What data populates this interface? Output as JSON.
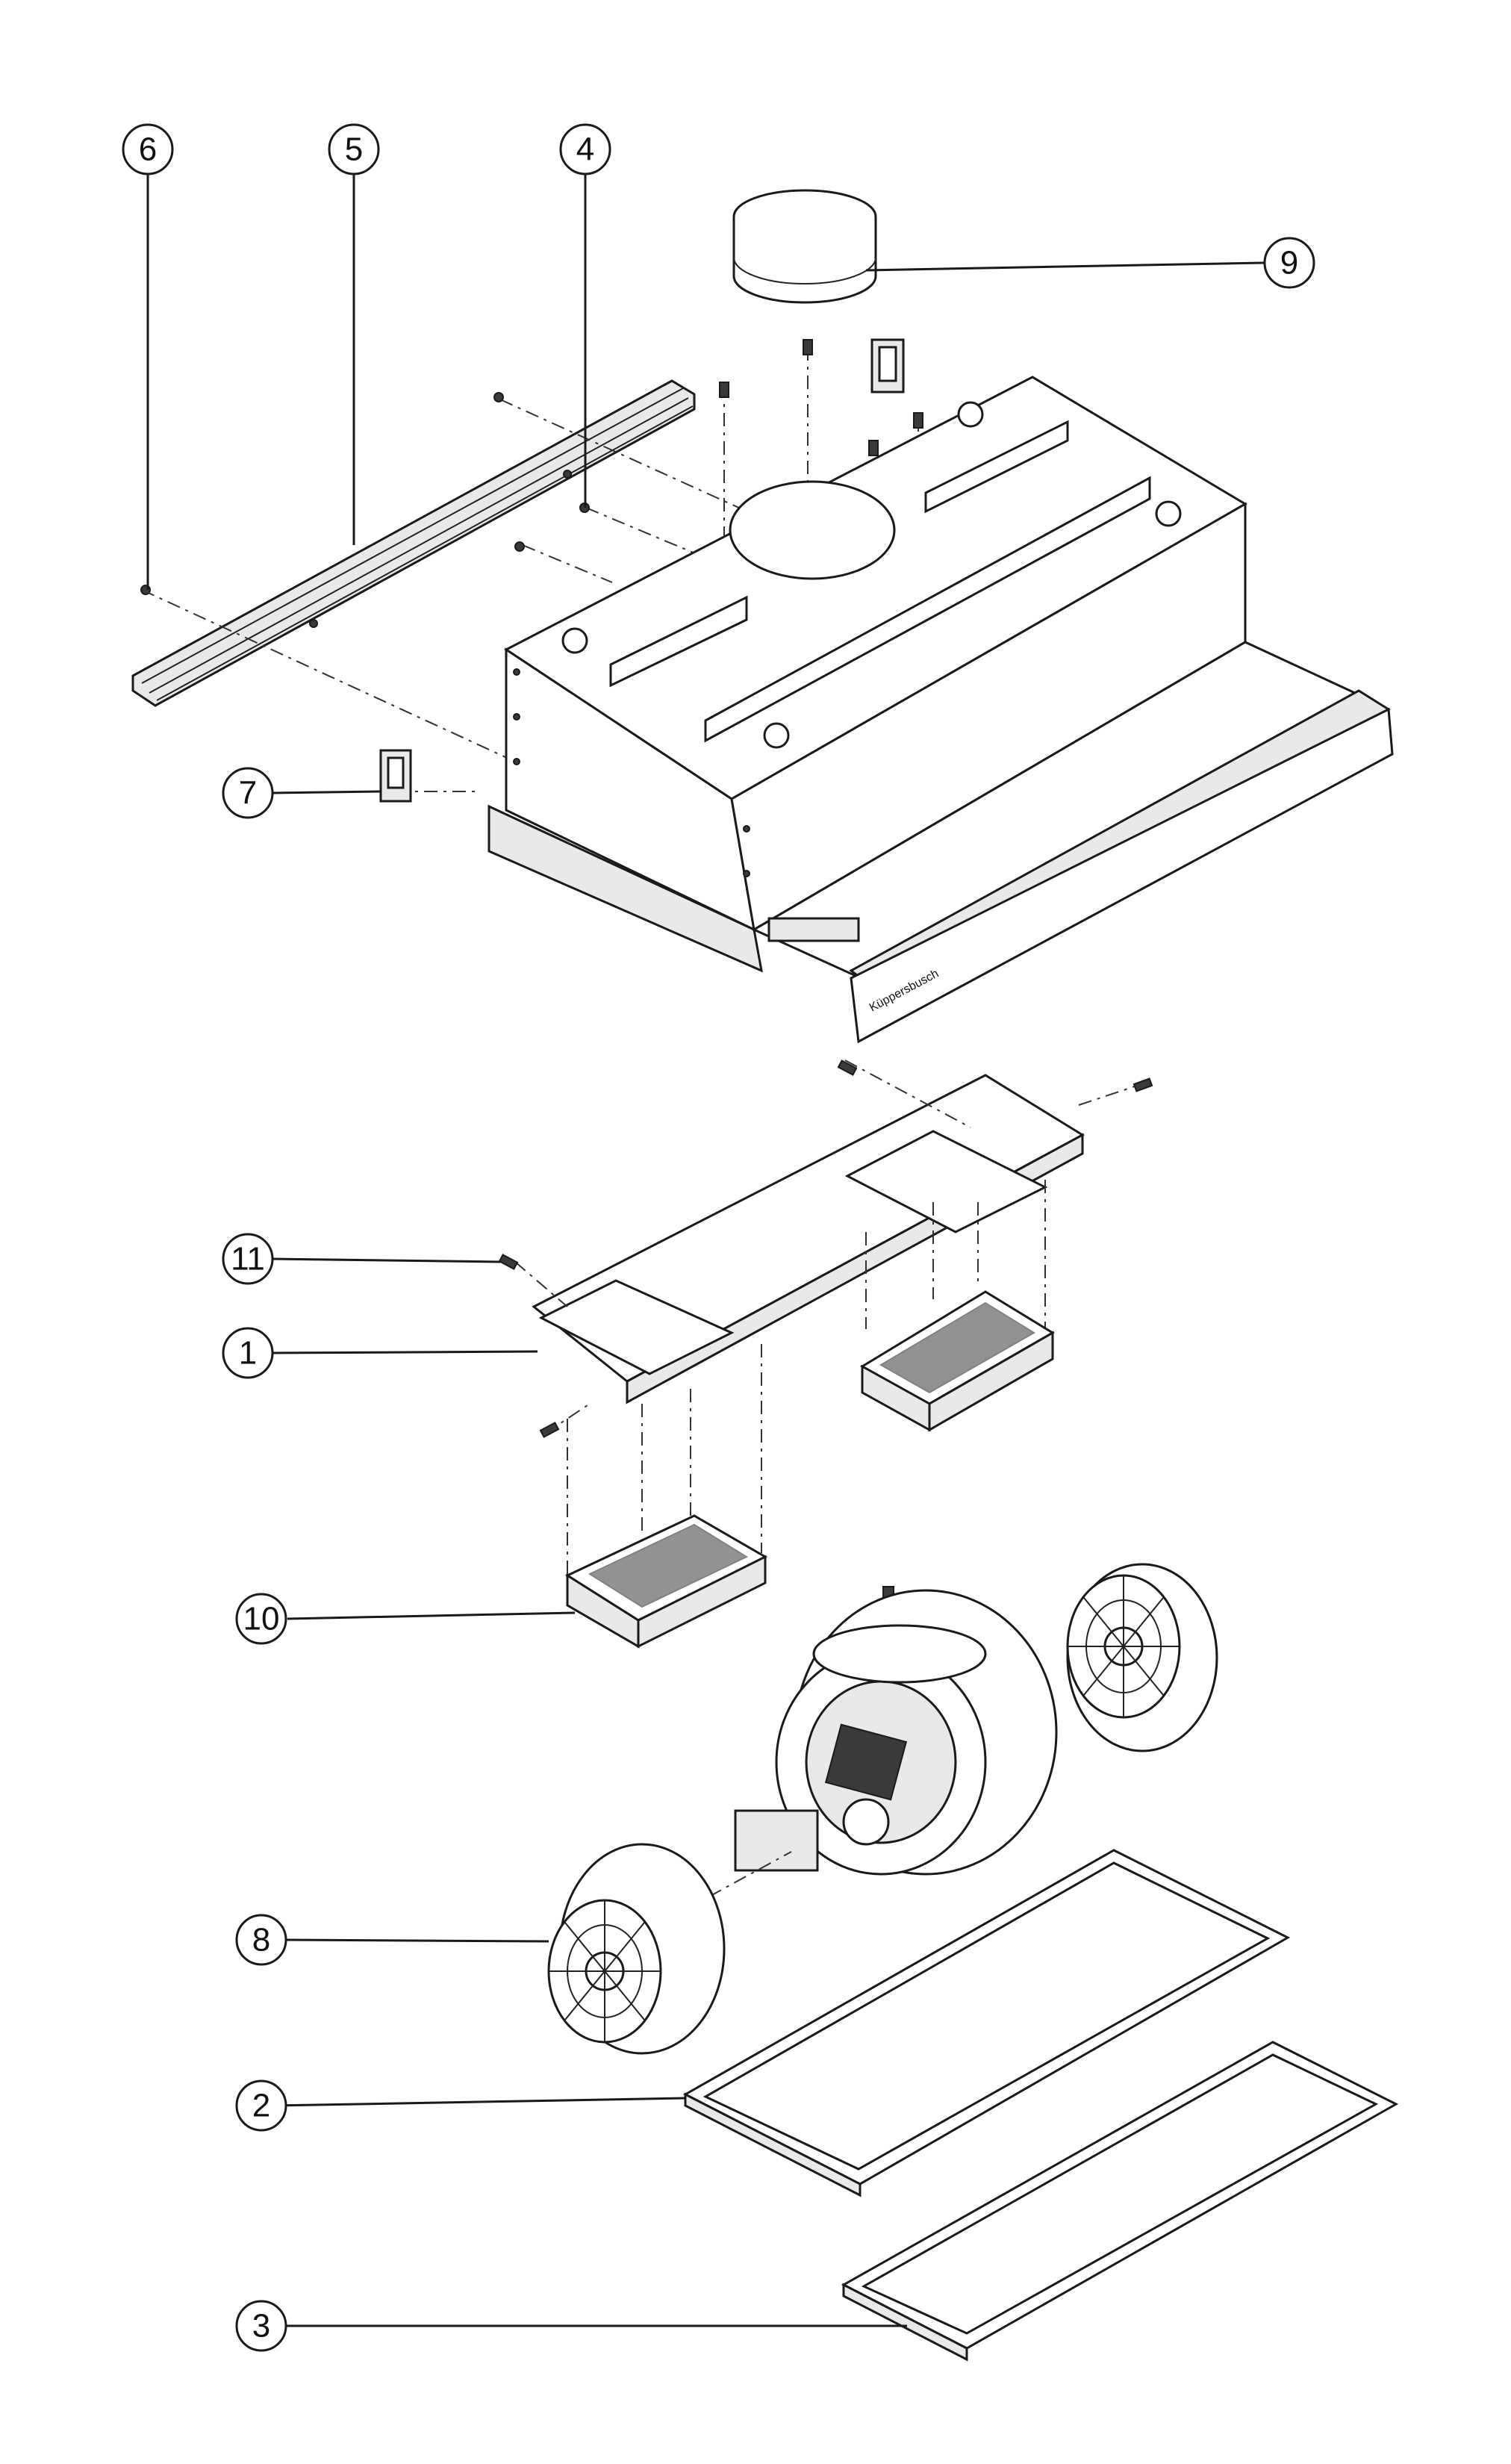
{
  "callouts": [
    {
      "id": "1",
      "label": "1"
    },
    {
      "id": "2",
      "label": "2"
    },
    {
      "id": "3",
      "label": "3"
    },
    {
      "id": "4",
      "label": "4"
    },
    {
      "id": "5",
      "label": "5"
    },
    {
      "id": "6",
      "label": "6"
    },
    {
      "id": "7",
      "label": "7"
    },
    {
      "id": "8",
      "label": "8"
    },
    {
      "id": "9",
      "label": "9"
    },
    {
      "id": "10",
      "label": "10"
    },
    {
      "id": "11",
      "label": "11"
    }
  ],
  "brand_logo": "Küppersbusch"
}
